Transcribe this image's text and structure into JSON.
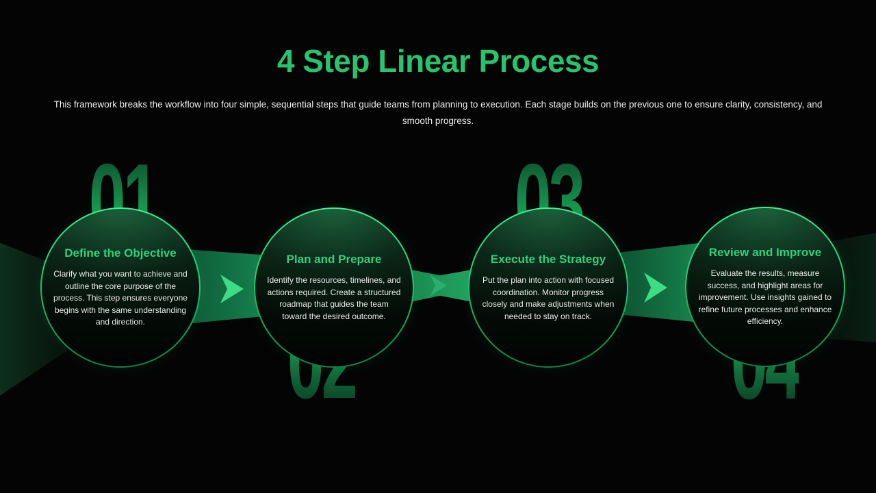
{
  "slide": {
    "title": "4 Step Linear Process",
    "subtitle": "This framework breaks the workflow into four simple, sequential steps that guide teams from planning to execution. Each stage builds on the previous one to ensure clarity, consistency, and smooth progress."
  },
  "colors": {
    "background": "#040404",
    "title_green": "#27c46f",
    "step_title_green": "#2fd27c",
    "body_text": "#ececec",
    "circle_border_green": "#2ee58a",
    "band_green": "#178750",
    "chevron_green": "#3edc85"
  },
  "connector_icon": "chevron-right",
  "steps": [
    {
      "number": "01",
      "number_position": "top",
      "title": "Define the Objective",
      "description": "Clarify what you want to achieve and outline the core purpose of the process. This step ensures everyone begins with the same understanding and direction."
    },
    {
      "number": "02",
      "number_position": "bottom",
      "title": "Plan and Prepare",
      "description": "Identify the resources, timelines, and actions required. Create a structured roadmap that guides the team toward the desired outcome."
    },
    {
      "number": "03",
      "number_position": "top",
      "title": "Execute the Strategy",
      "description": "Put the plan into action with focused coordination. Monitor progress closely and make adjustments when needed to stay on track."
    },
    {
      "number": "04",
      "number_position": "bottom",
      "title": "Review and Improve",
      "description": "Evaluate the results, measure success, and highlight areas for improvement. Use insights gained to refine future processes and enhance efficiency."
    }
  ]
}
